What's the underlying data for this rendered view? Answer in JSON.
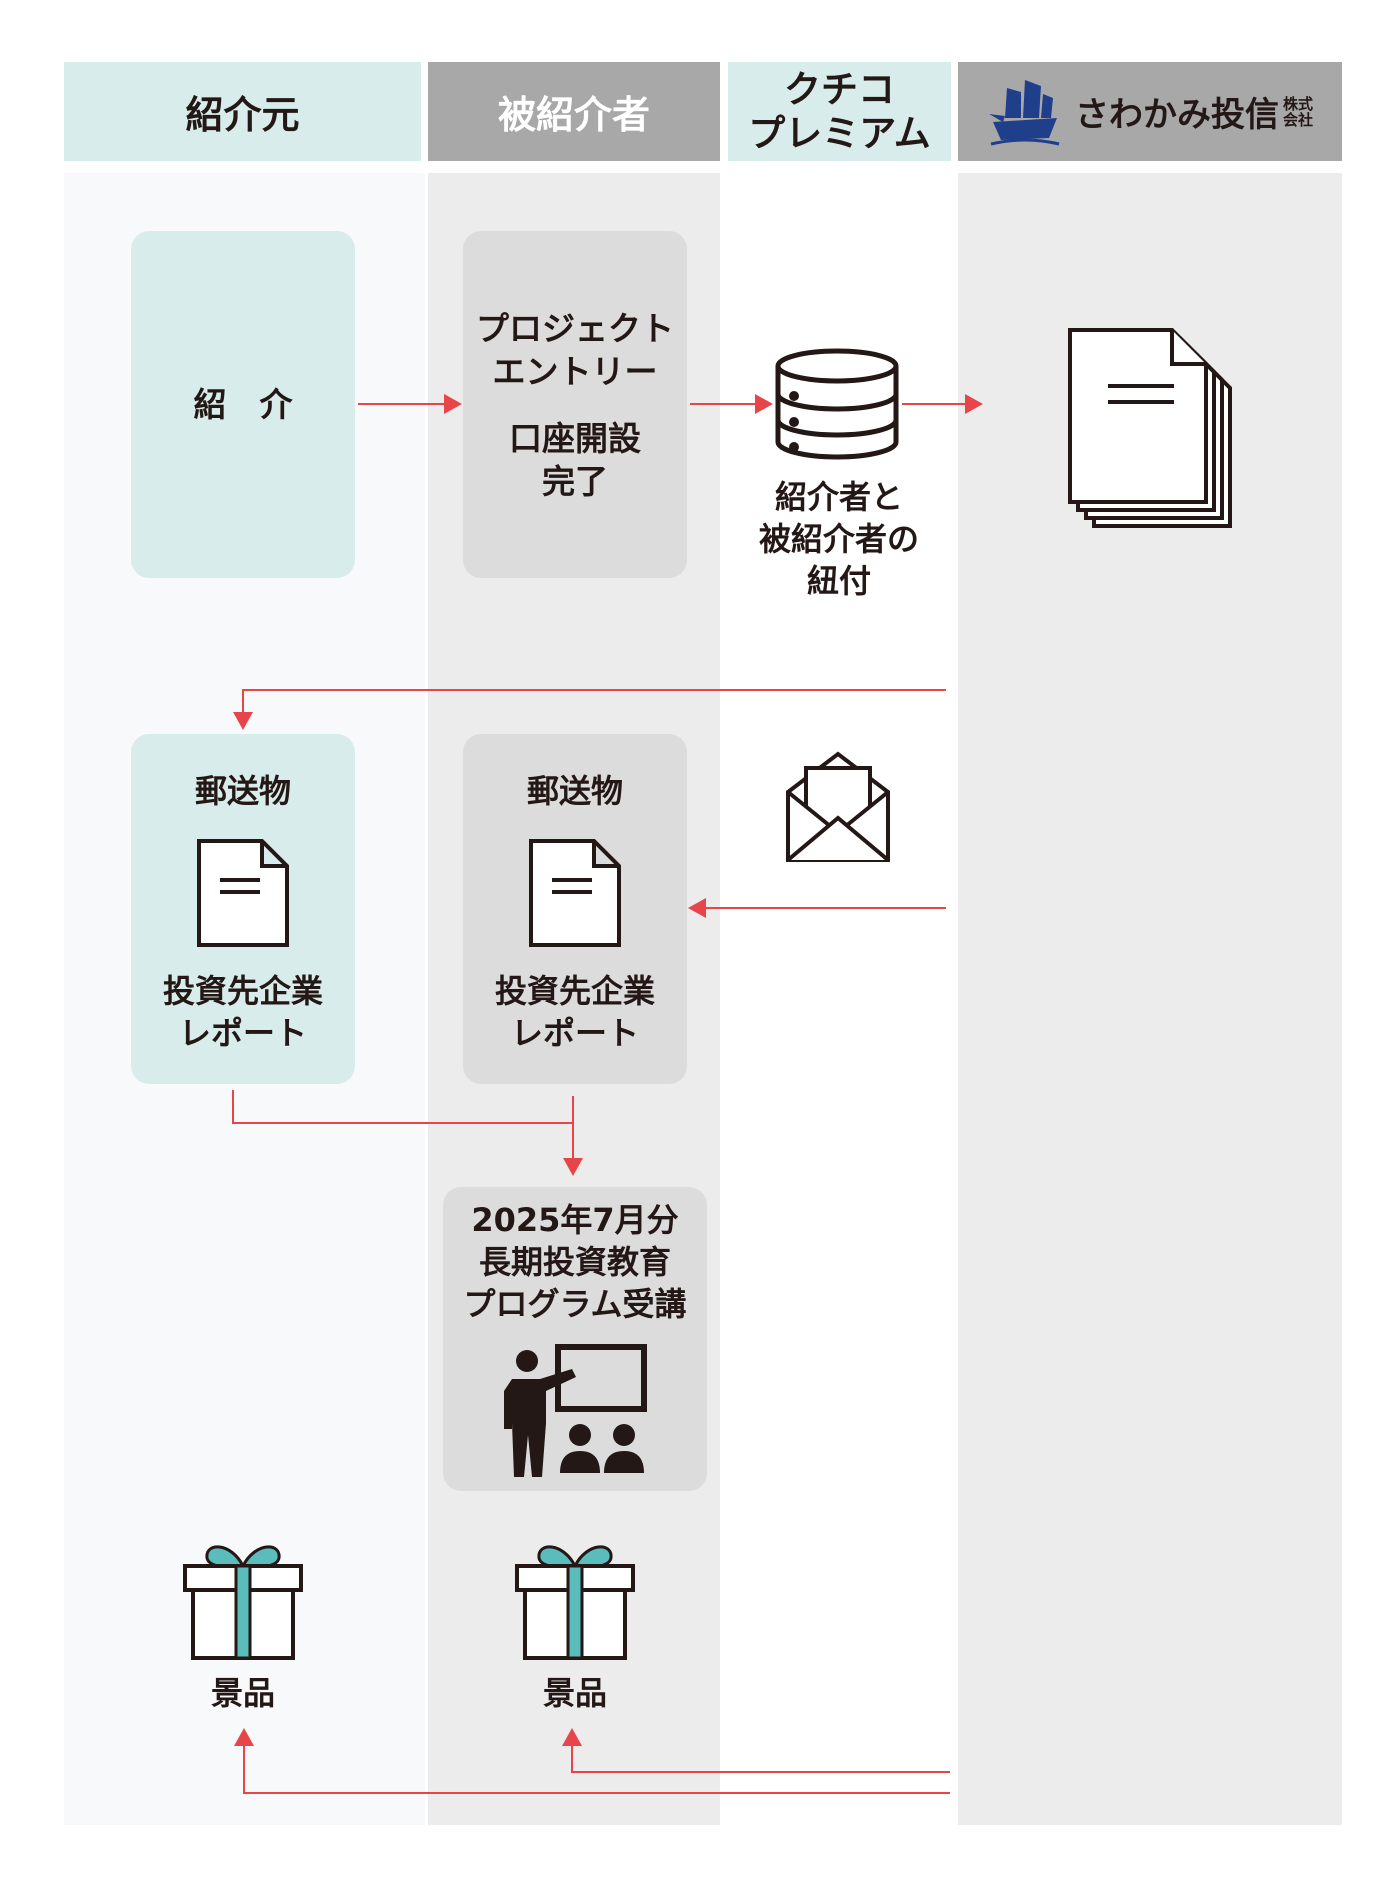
{
  "headers": {
    "introducer": "紹介元",
    "referred": "被紹介者",
    "kuchiko_line1": "クチコ",
    "kuchiko_line2": "プレミアム",
    "sawakami": "さわかみ投信",
    "sawakami_suffix_1": "株式",
    "sawakami_suffix_2": "会社"
  },
  "step1": {
    "introduce": "紹　介",
    "entry_line1": "プロジェクト",
    "entry_line2": "エントリー",
    "account_line1": "口座開設",
    "account_line2": "完了",
    "link_line1": "紹介者と",
    "link_line2": "被紹介者の",
    "link_line3": "紐付"
  },
  "step2": {
    "mail_a": "郵送物",
    "report_a_line1": "投資先企業",
    "report_a_line2": "レポート",
    "mail_b": "郵送物",
    "report_b_line1": "投資先企業",
    "report_b_line2": "レポート"
  },
  "step3": {
    "program_line1": "2025年7月分",
    "program_line2": "長期投資教育",
    "program_line3": "プログラム受講"
  },
  "step4": {
    "prize_a": "景品",
    "prize_b": "景品"
  },
  "colors": {
    "teal_bg": "#d9ecec",
    "gray_header": "#a8a8a9",
    "arrow_red": "#e8454a",
    "ribbon_teal": "#5bbcbc",
    "logo_blue": "#1f3f8a"
  }
}
